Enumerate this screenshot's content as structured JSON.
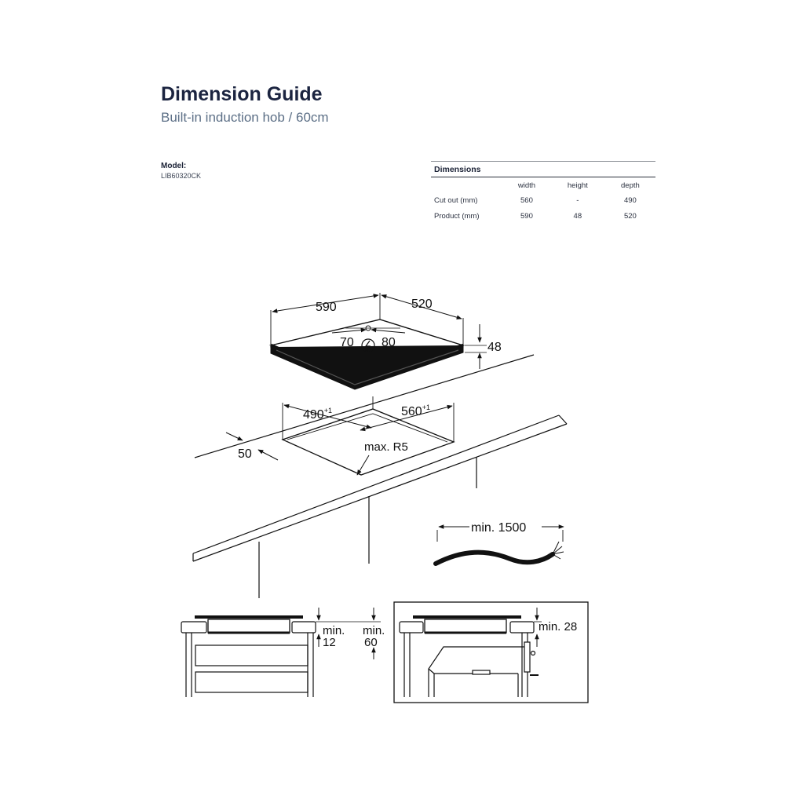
{
  "header": {
    "title": "Dimension Guide",
    "subtitle": "Built-in induction hob / 60cm"
  },
  "model": {
    "label": "Model:",
    "value": "LIB60320CK"
  },
  "dimensions_table": {
    "title": "Dimensions",
    "columns": [
      "width",
      "height",
      "depth"
    ],
    "rows": [
      {
        "label": "Cut out (mm)",
        "width": "560",
        "height": "-",
        "depth": "490"
      },
      {
        "label": "Product (mm)",
        "width": "590",
        "height": "48",
        "depth": "520"
      }
    ]
  },
  "drawing": {
    "hob_width": "590",
    "hob_depth": "520",
    "offset_left": "70",
    "offset_right": "80",
    "hob_height": "48",
    "cutout_depth": "490",
    "cutout_width": "560",
    "tolerance": "+1",
    "front_margin": "50",
    "corner_radius": "max. R5",
    "cable_length": "min. 1500",
    "side_gap_label": "min.",
    "side_gap_value": "12",
    "below_gap_label": "min.",
    "below_gap_value": "60",
    "oven_gap": "min. 28"
  }
}
